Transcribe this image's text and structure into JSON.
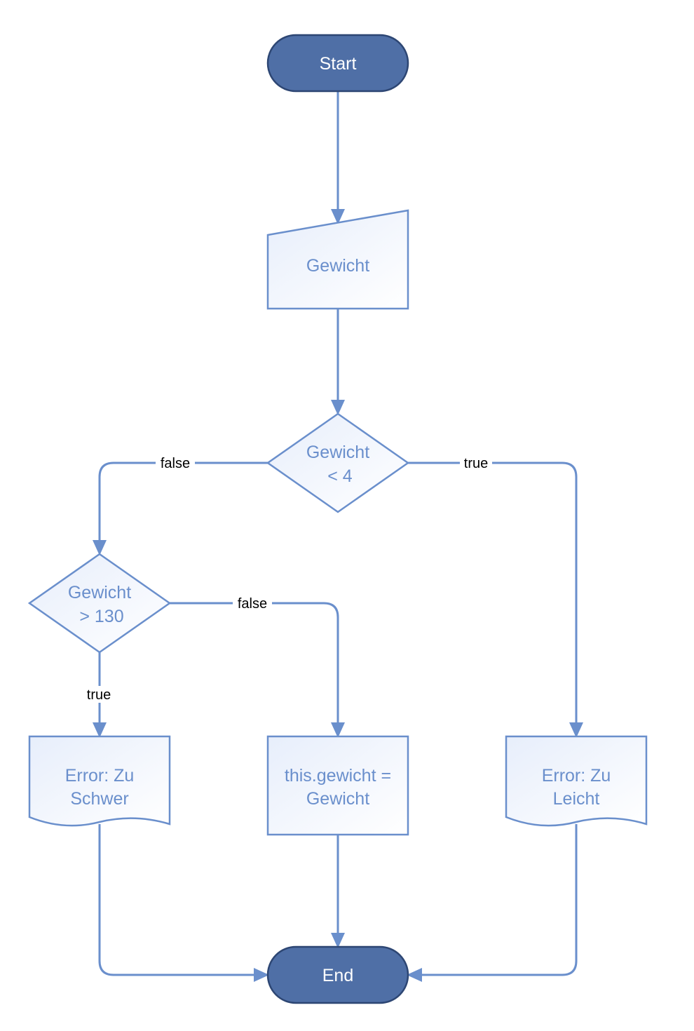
{
  "nodes": {
    "start": "Start",
    "input": "Gewicht",
    "decision1": [
      "Gewicht",
      "< 4"
    ],
    "decision2": [
      "Gewicht",
      "> 130"
    ],
    "error_heavy": [
      "Error: Zu",
      "Schwer"
    ],
    "assign": [
      "this.gewicht =",
      "Gewicht"
    ],
    "error_light": [
      "Error: Zu",
      "Leicht"
    ],
    "end": "End"
  },
  "edges": {
    "d1_false": "false",
    "d1_true": "true",
    "d2_false": "false",
    "d2_true": "true"
  }
}
